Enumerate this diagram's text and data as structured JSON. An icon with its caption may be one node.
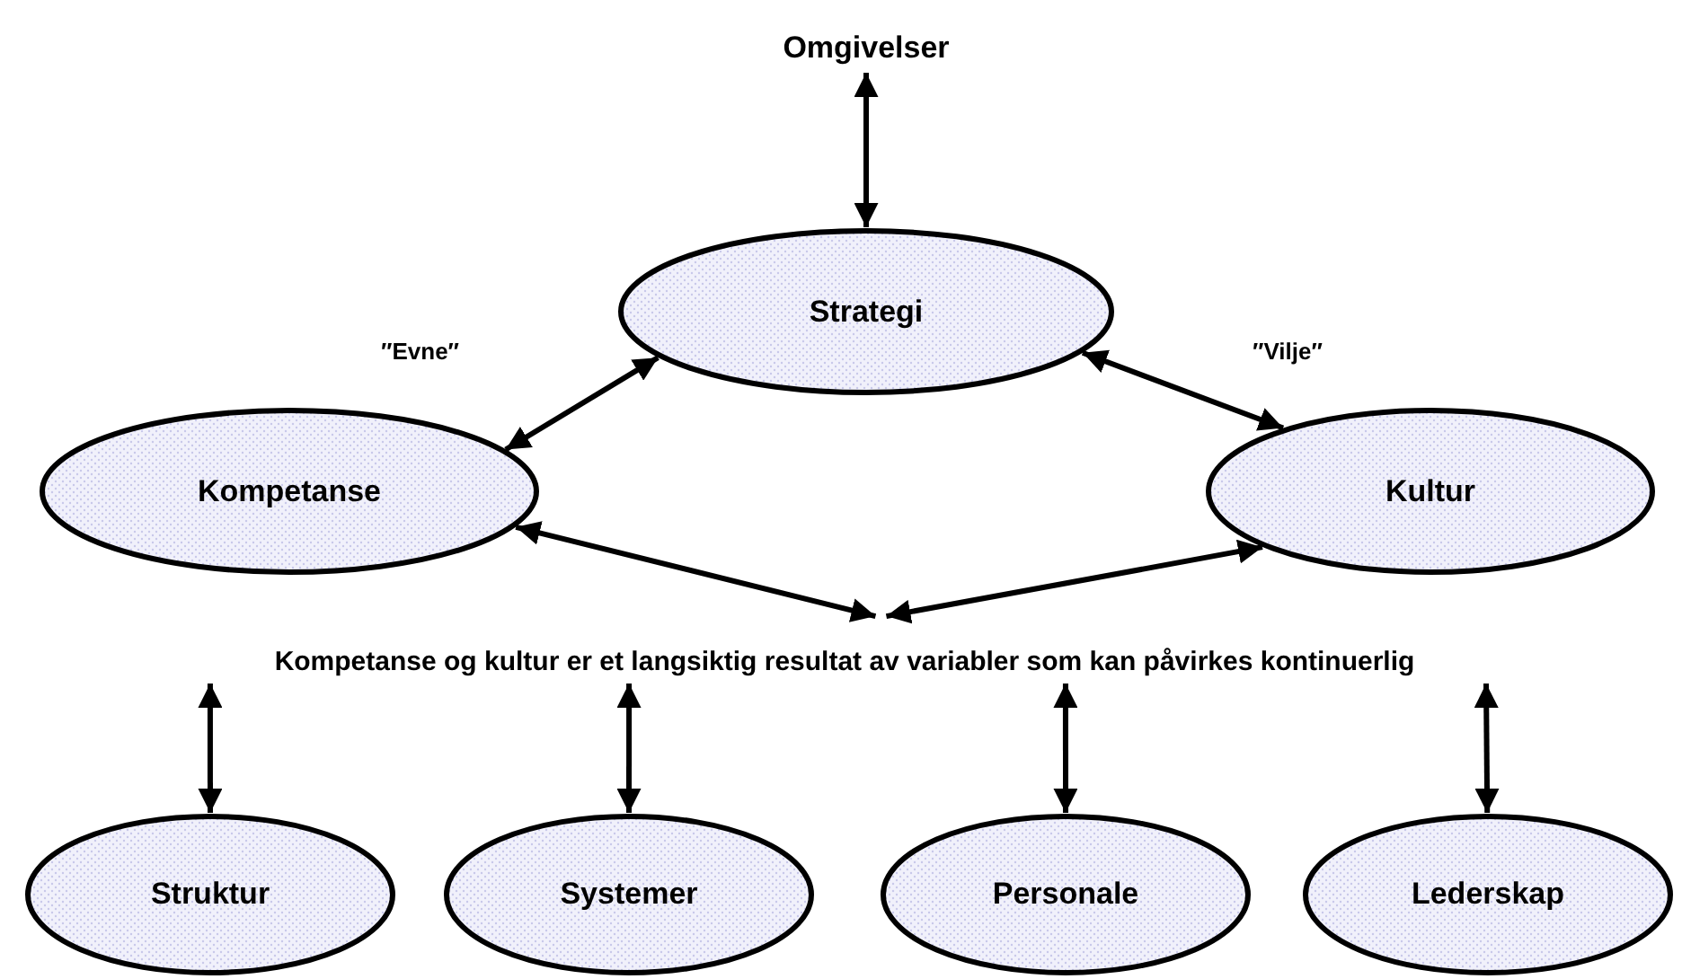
{
  "diagram": {
    "nodes": [
      {
        "text": [
          "Omgivelser"
        ]
      },
      {
        "text": [
          "Strategi"
        ]
      },
      {
        "text": [
          "Kompetanse"
        ]
      },
      {
        "text": [
          "Kultur"
        ]
      },
      {
        "text": [
          "Kompetanse og kultur er et langsiktig resultat av variabler som kan påvirkes kontinuerlig"
        ]
      },
      {
        "text": [
          "Struktur"
        ]
      },
      {
        "text": [
          "Systemer"
        ]
      },
      {
        "text": [
          "Personale"
        ]
      },
      {
        "text": [
          "Lederskap"
        ]
      }
    ],
    "edges": [
      {
        "from": 0,
        "to": 1,
        "arrow": "both"
      },
      {
        "from": 2,
        "to": 1,
        "arrow": "both",
        "label": "″Evne″"
      },
      {
        "from": 1,
        "to": 3,
        "arrow": "both",
        "label": "″Vilje″"
      },
      {
        "from": 2,
        "to": 4,
        "arrow": "both"
      },
      {
        "from": 3,
        "to": 4,
        "arrow": "both"
      },
      {
        "from": 4,
        "to": 5,
        "arrow": "both"
      },
      {
        "from": 4,
        "to": 6,
        "arrow": "both"
      },
      {
        "from": 4,
        "to": 7,
        "arrow": "both"
      },
      {
        "from": 4,
        "to": 8,
        "arrow": "both"
      }
    ]
  }
}
